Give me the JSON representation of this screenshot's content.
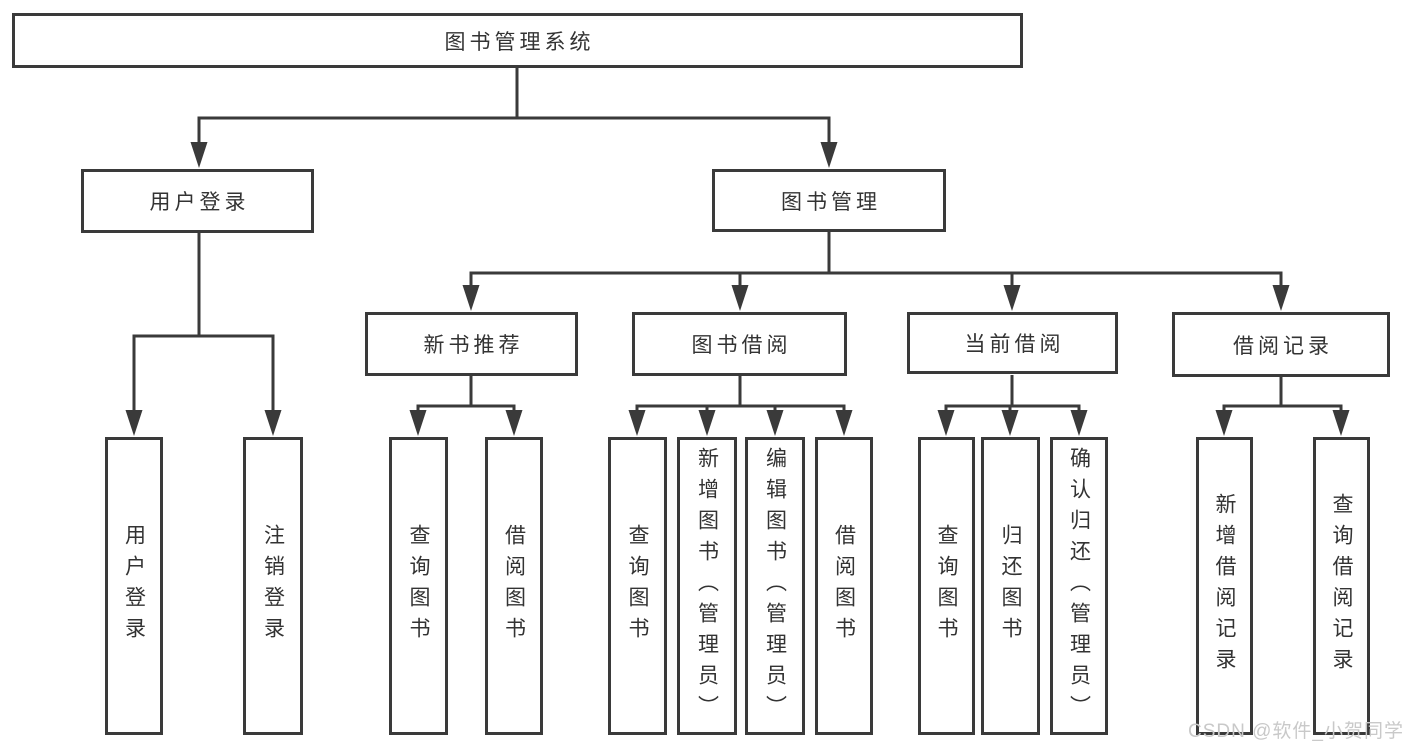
{
  "colors": {
    "line": "#3a3a3a",
    "box_border": "#3a3a3a",
    "box_fill": "#ffffff",
    "text": "#333333",
    "background": "#ffffff",
    "watermark_text": "#c9c9c9"
  },
  "nodes": {
    "root": "图书管理系统",
    "level2": [
      "用户登录",
      "图书管理"
    ],
    "level3": [
      "新书推荐",
      "图书借阅",
      "当前借阅",
      "借阅记录"
    ],
    "leaves": [
      "用户登录",
      "注销登录",
      "查询图书",
      "借阅图书",
      "查询图书",
      "新增图书（管理员）",
      "编辑图书（管理员）",
      "借阅图书",
      "查询图书",
      "归还图书",
      "确认归还（管理员）",
      "新增借阅记录",
      "查询借阅记录"
    ]
  },
  "edges": [
    {
      "from": "图书管理系统",
      "to": [
        "用户登录",
        "图书管理"
      ]
    },
    {
      "from": "用户登录",
      "to": [
        "用户登录",
        "注销登录"
      ]
    },
    {
      "from": "图书管理",
      "to": [
        "新书推荐",
        "图书借阅",
        "当前借阅",
        "借阅记录"
      ]
    },
    {
      "from": "新书推荐",
      "to": [
        "查询图书",
        "借阅图书"
      ]
    },
    {
      "from": "图书借阅",
      "to": [
        "查询图书",
        "新增图书（管理员）",
        "编辑图书（管理员）",
        "借阅图书"
      ]
    },
    {
      "from": "当前借阅",
      "to": [
        "查询图书",
        "归还图书",
        "确认归还（管理员）"
      ]
    },
    {
      "from": "借阅记录",
      "to": [
        "新增借阅记录",
        "查询借阅记录"
      ]
    }
  ],
  "watermark": "CSDN @软件_小贺同学"
}
